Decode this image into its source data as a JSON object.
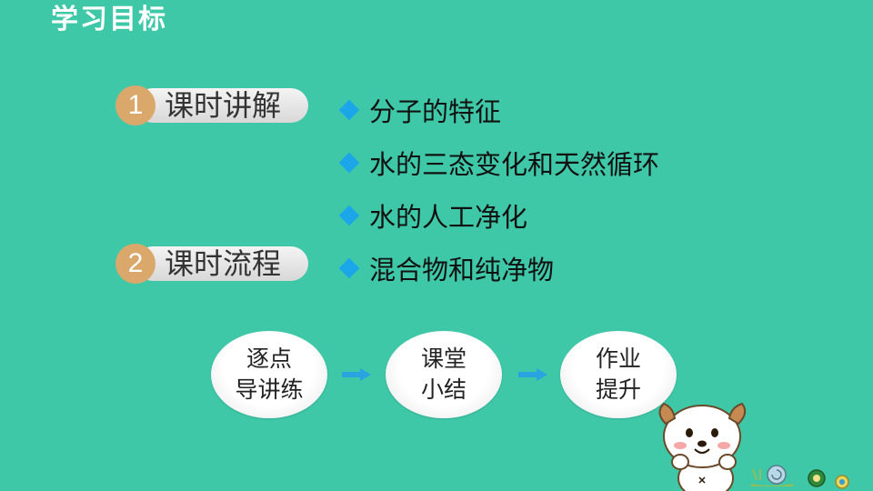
{
  "header": {
    "title": "学习目标"
  },
  "sections": [
    {
      "number": "1",
      "label": "课时讲解"
    },
    {
      "number": "2",
      "label": "课时流程"
    }
  ],
  "bullets": [
    "分子的特征",
    "水的三态变化和天然循环",
    "水的人工净化",
    "混合物和纯净物"
  ],
  "flow": [
    {
      "line1": "逐点",
      "line2": "导讲练"
    },
    {
      "line1": "课堂",
      "line2": "小结"
    },
    {
      "line1": "作业",
      "line2": "提升"
    }
  ],
  "colors": {
    "background": "#3fc8a8",
    "badge": "#d9a86a",
    "bullet": "#1aa6e8",
    "arrow": "#2aa4e0"
  },
  "icons": [
    "diamond-bullet-icon",
    "arrow-right-icon",
    "puppy-illustration",
    "snail-illustration"
  ]
}
